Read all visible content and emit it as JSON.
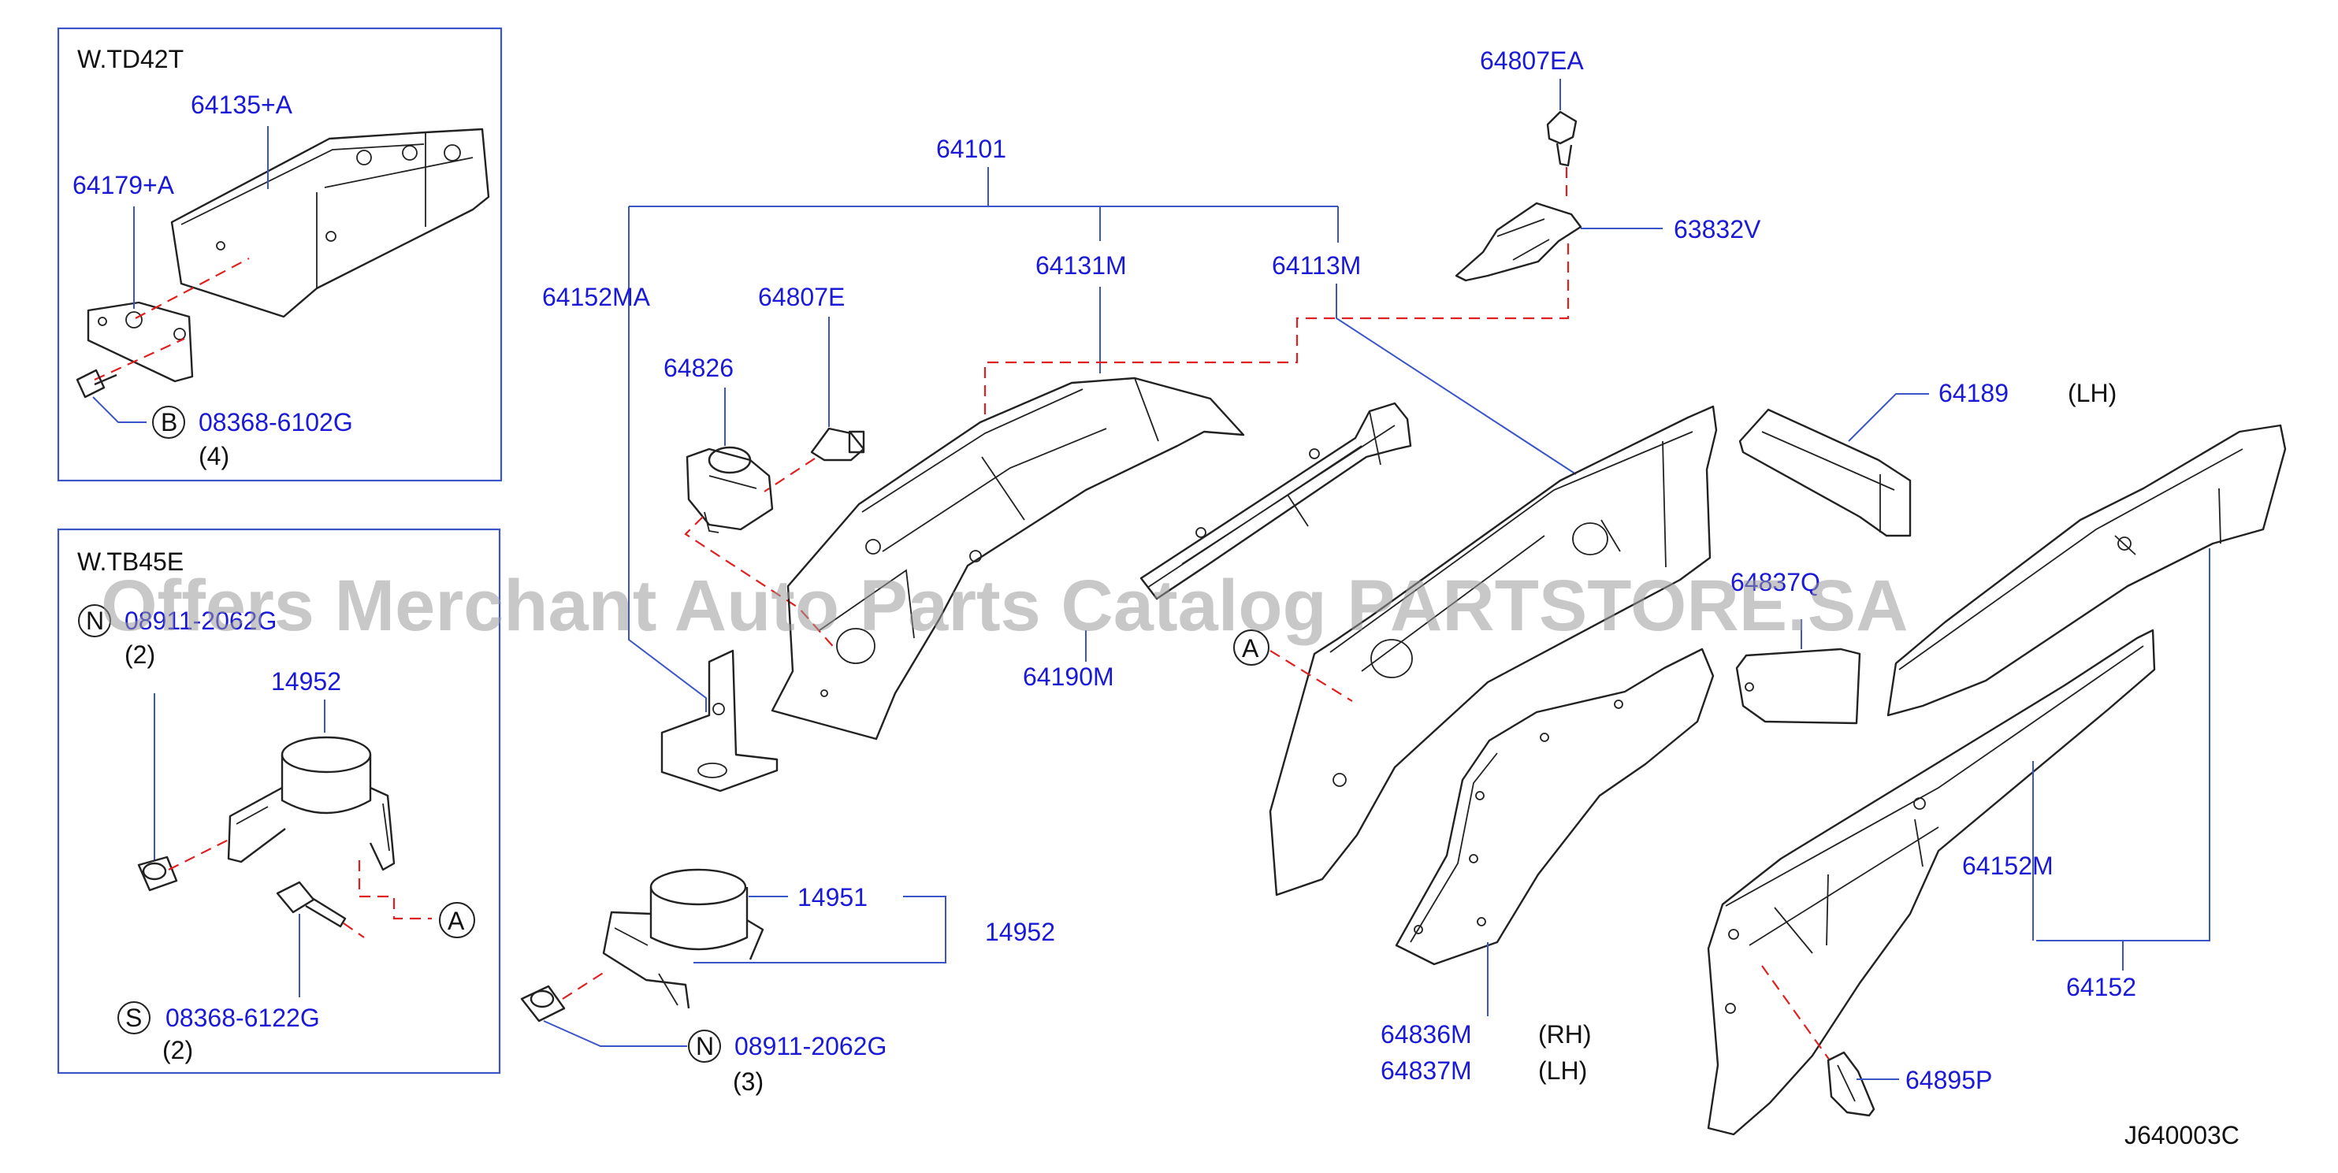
{
  "diagram_code": "J640003C",
  "watermark": "Offers Merchant Auto Parts Catalog PARTSTORE.SA",
  "insets": {
    "td42t": {
      "title": "W.TD42T",
      "label_64135": "64135+A",
      "label_64179": "64179+A",
      "callout_b": "B",
      "bolt_b": "08368-6102G",
      "qty_b": "(4)"
    },
    "tb45e": {
      "title": "W.TB45E",
      "callout_n": "N",
      "nut_n": "08911-2062G",
      "qty_n": "(2)",
      "clamp": "14952",
      "callout_a": "A",
      "callout_s": "S",
      "bolt_s": "08368-6122G",
      "qty_s": "(2)"
    }
  },
  "main": {
    "p64101": "64101",
    "p64152MA": "64152MA",
    "p64807E": "64807E",
    "p64826": "64826",
    "p64131M": "64131M",
    "p64113M": "64113M",
    "p64807EA": "64807EA",
    "p63832V": "63832V",
    "p64189": "64189",
    "lh_64189": "(LH)",
    "p64190M": "64190M",
    "callout_a": "A",
    "p64837Q": "64837Q",
    "p14951": "14951",
    "p14952": "14952",
    "callout_n": "N",
    "nut_n": "08911-2062G",
    "qty_n": "(3)",
    "p64836M": "64836M",
    "rh": "(RH)",
    "p64837M": "64837M",
    "lh": "(LH)",
    "p64152M": "64152M",
    "p64152": "64152",
    "p64895P": "64895P"
  }
}
